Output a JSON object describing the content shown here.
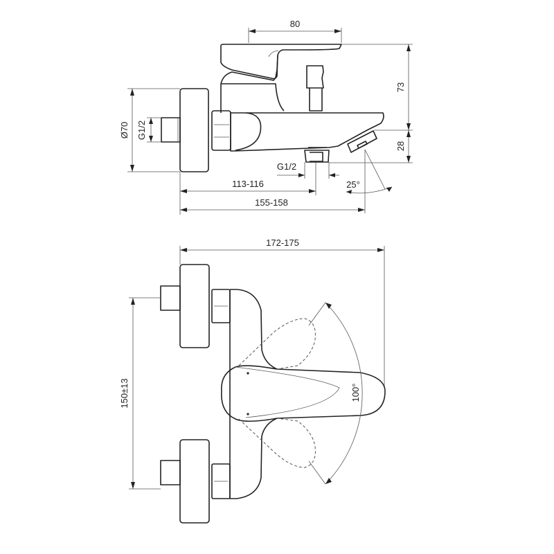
{
  "title": "Bath mixer dimension drawing",
  "side_view": {
    "dim_lever_length": "80",
    "dim_height": "73",
    "dim_spout_height": "28",
    "dim_flange_diameter": "Ø70",
    "dim_inlet_thread": "G1/2",
    "dim_outlet_thread": "G1/2",
    "dim_outlet_distance": "113-116",
    "dim_spout_projection": "155-158",
    "dim_spout_angle": "25°"
  },
  "top_view": {
    "dim_total_projection": "172-175",
    "dim_inlet_centers": "150±13",
    "dim_lever_rotation": "100°"
  },
  "colors": {
    "line": "#222222",
    "background": "#ffffff"
  }
}
